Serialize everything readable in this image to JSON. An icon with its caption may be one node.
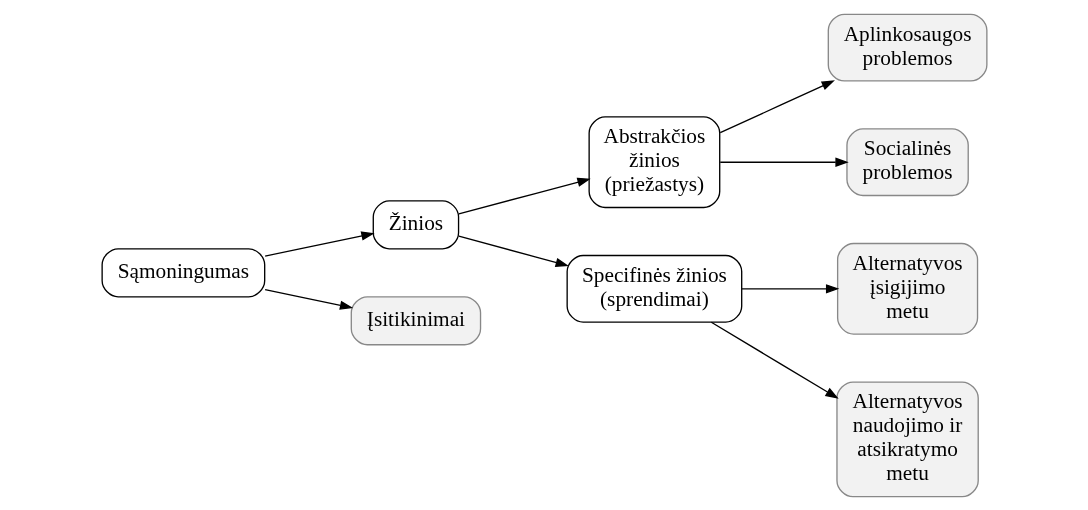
{
  "diagram": {
    "nodes": [
      {
        "text": [
          "Sąmoningumas"
        ]
      },
      {
        "text": [
          "Žinios"
        ]
      },
      {
        "text": [
          "Įsitikinimai"
        ]
      },
      {
        "text": [
          "Abstrakčios žinios (priežastys)"
        ]
      },
      {
        "text": [
          "Specifinės žinios (sprendimai)"
        ]
      },
      {
        "text": [
          "Aplinkosaugos problemos"
        ]
      },
      {
        "text": [
          "Socialinės problemos"
        ]
      },
      {
        "text": [
          "Alternatyvos įsigijimo metu"
        ]
      },
      {
        "text": [
          "Alternatyvos naudojimo ir atsikratymo metu"
        ]
      }
    ],
    "edges": [
      {
        "from": 0,
        "to": 1,
        "arrow": "to"
      },
      {
        "from": 0,
        "to": 2,
        "arrow": "to"
      },
      {
        "from": 1,
        "to": 3,
        "arrow": "to"
      },
      {
        "from": 1,
        "to": 4,
        "arrow": "to"
      },
      {
        "from": 3,
        "to": 5,
        "arrow": "to"
      },
      {
        "from": 3,
        "to": 6,
        "arrow": "to"
      },
      {
        "from": 4,
        "to": 7,
        "arrow": "to"
      },
      {
        "from": 4,
        "to": 8,
        "arrow": "to"
      }
    ]
  }
}
